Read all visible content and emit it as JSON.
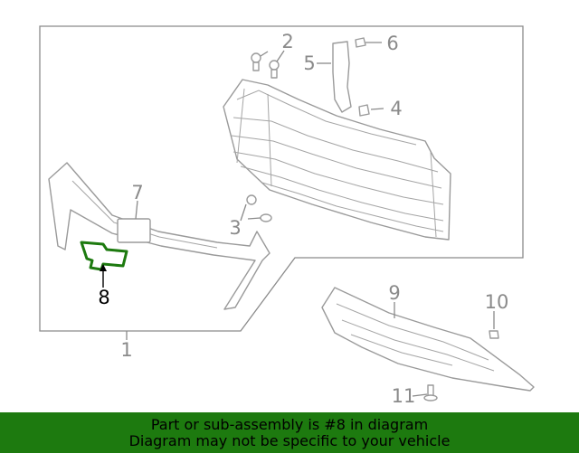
{
  "diagram": {
    "callouts": [
      {
        "id": "1",
        "label": "1",
        "active": false
      },
      {
        "id": "2",
        "label": "2",
        "active": false
      },
      {
        "id": "3",
        "label": "3",
        "active": false
      },
      {
        "id": "4",
        "label": "4",
        "active": false
      },
      {
        "id": "5",
        "label": "5",
        "active": false
      },
      {
        "id": "6",
        "label": "6",
        "active": false
      },
      {
        "id": "7",
        "label": "7",
        "active": false
      },
      {
        "id": "8",
        "label": "8",
        "active": true
      },
      {
        "id": "9",
        "label": "9",
        "active": false
      },
      {
        "id": "10",
        "label": "10",
        "active": false
      },
      {
        "id": "11",
        "label": "11",
        "active": false
      }
    ],
    "highlight_color": "#1d7a0f"
  },
  "banner": {
    "line1": "Part or sub-assembly is #8 in diagram",
    "line2": "Diagram may not be specific to your vehicle",
    "background": "#1d7a0f"
  }
}
